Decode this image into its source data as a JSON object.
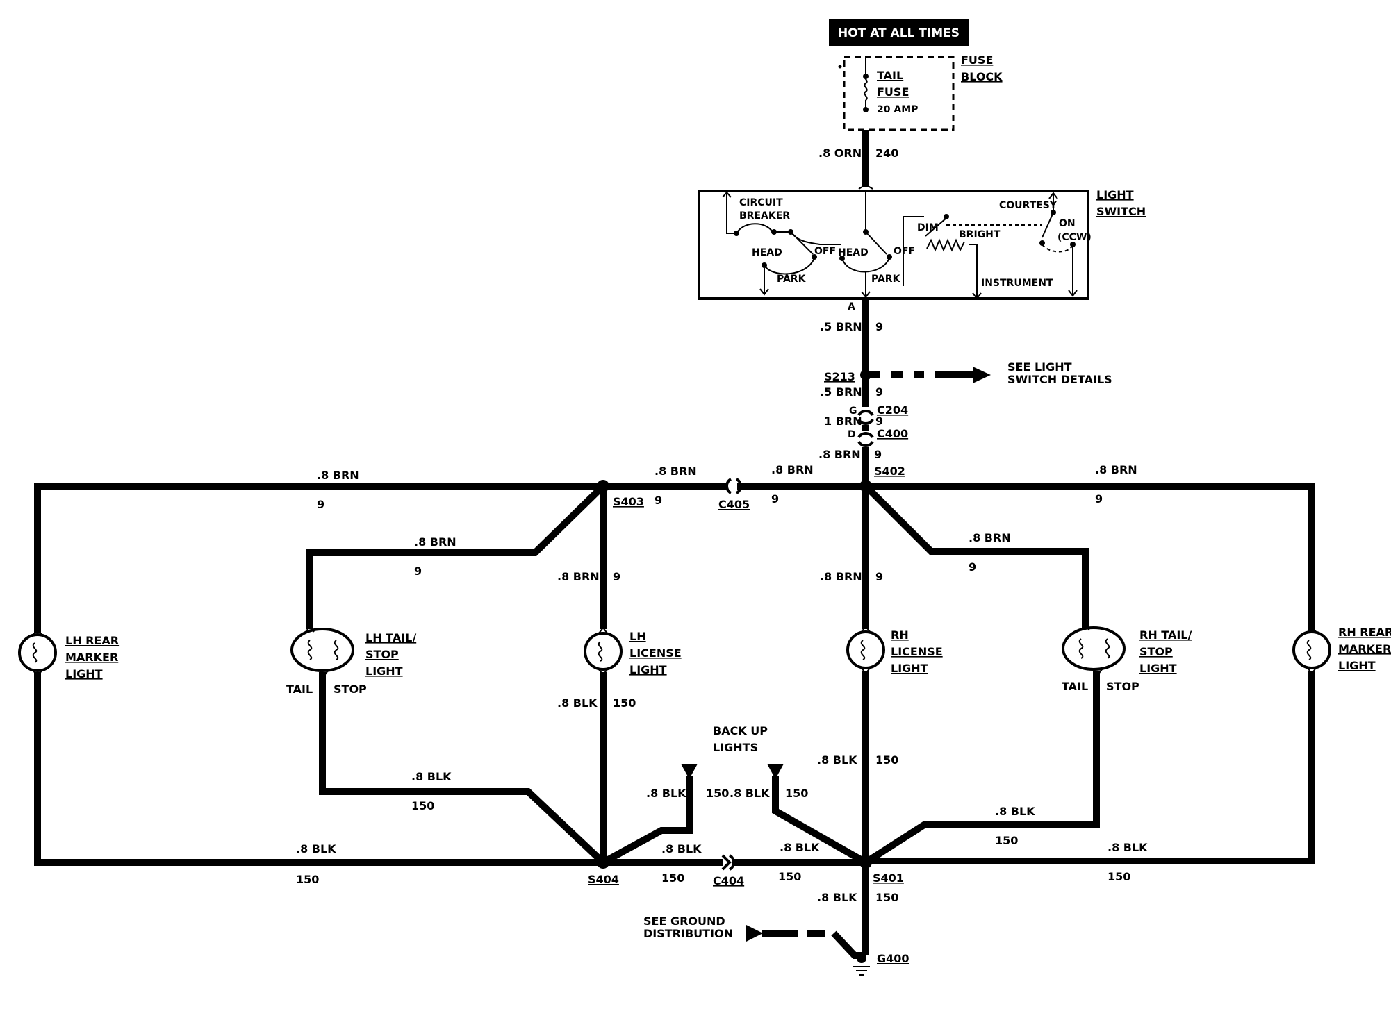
{
  "header": {
    "hot_label": "HOT AT ALL TIMES"
  },
  "fuse_block": {
    "title_line1": "FUSE",
    "title_line2": "BLOCK",
    "fuse_name_line1": "TAIL",
    "fuse_name_line2": "FUSE",
    "rating": "20 AMP"
  },
  "feed": {
    "wire": ".8 ORN",
    "circuit": "240"
  },
  "light_switch": {
    "title_line1": "LIGHT",
    "title_line2": "SWITCH",
    "circuit_breaker_line1": "CIRCUIT",
    "circuit_breaker_line2": "BREAKER",
    "head_1": "HEAD",
    "off_1": "OFF",
    "park_1": "PARK",
    "head_2": "HEAD",
    "off_2": "OFF",
    "park_2": "PARK",
    "dim": "DIM",
    "bright": "BRIGHT",
    "instrument": "INSTRUMENT",
    "courtesy": "COURTESY",
    "on": "ON",
    "ccw": "(CCW)",
    "terminal": "A"
  },
  "switch_output": {
    "wire": ".5 BRN",
    "circuit": "9"
  },
  "splices": {
    "s213": "S213",
    "s402": "S402",
    "s403": "S403",
    "s404": "S404",
    "s401": "S401"
  },
  "see_light_switch": {
    "line1": "SEE LIGHT",
    "line2": "SWITCH DETAILS"
  },
  "connectors": {
    "c204": "C204",
    "c204_pin": "G",
    "c400": "C400",
    "c400_pin": "D",
    "c405": "C405",
    "c404": "C404"
  },
  "wires": {
    "w_5brn": ".5 BRN",
    "w_1brn": "1 BRN",
    "w_8brn": ".8 BRN",
    "w_8blk": ".8 BLK",
    "c9": "9",
    "c150": "150"
  },
  "lamps": {
    "lh_rear_marker": [
      "LH REAR",
      "MARKER",
      "LIGHT"
    ],
    "lh_tail_stop": [
      "LH TAIL/",
      "STOP",
      "LIGHT"
    ],
    "lh_license": [
      "LH",
      "LICENSE",
      "LIGHT"
    ],
    "rh_license": [
      "RH",
      "LICENSE",
      "LIGHT"
    ],
    "rh_tail_stop": [
      "RH TAIL/",
      "STOP",
      "LIGHT"
    ],
    "rh_rear_marker": [
      "RH REAR",
      "MARKER",
      "LIGHT"
    ],
    "tail": "TAIL",
    "stop": "STOP"
  },
  "backup_lights": {
    "line1": "BACK UP",
    "line2": "LIGHTS"
  },
  "ground": {
    "see_line1": "SEE GROUND",
    "see_line2": "DISTRIBUTION",
    "g400": "G400"
  }
}
